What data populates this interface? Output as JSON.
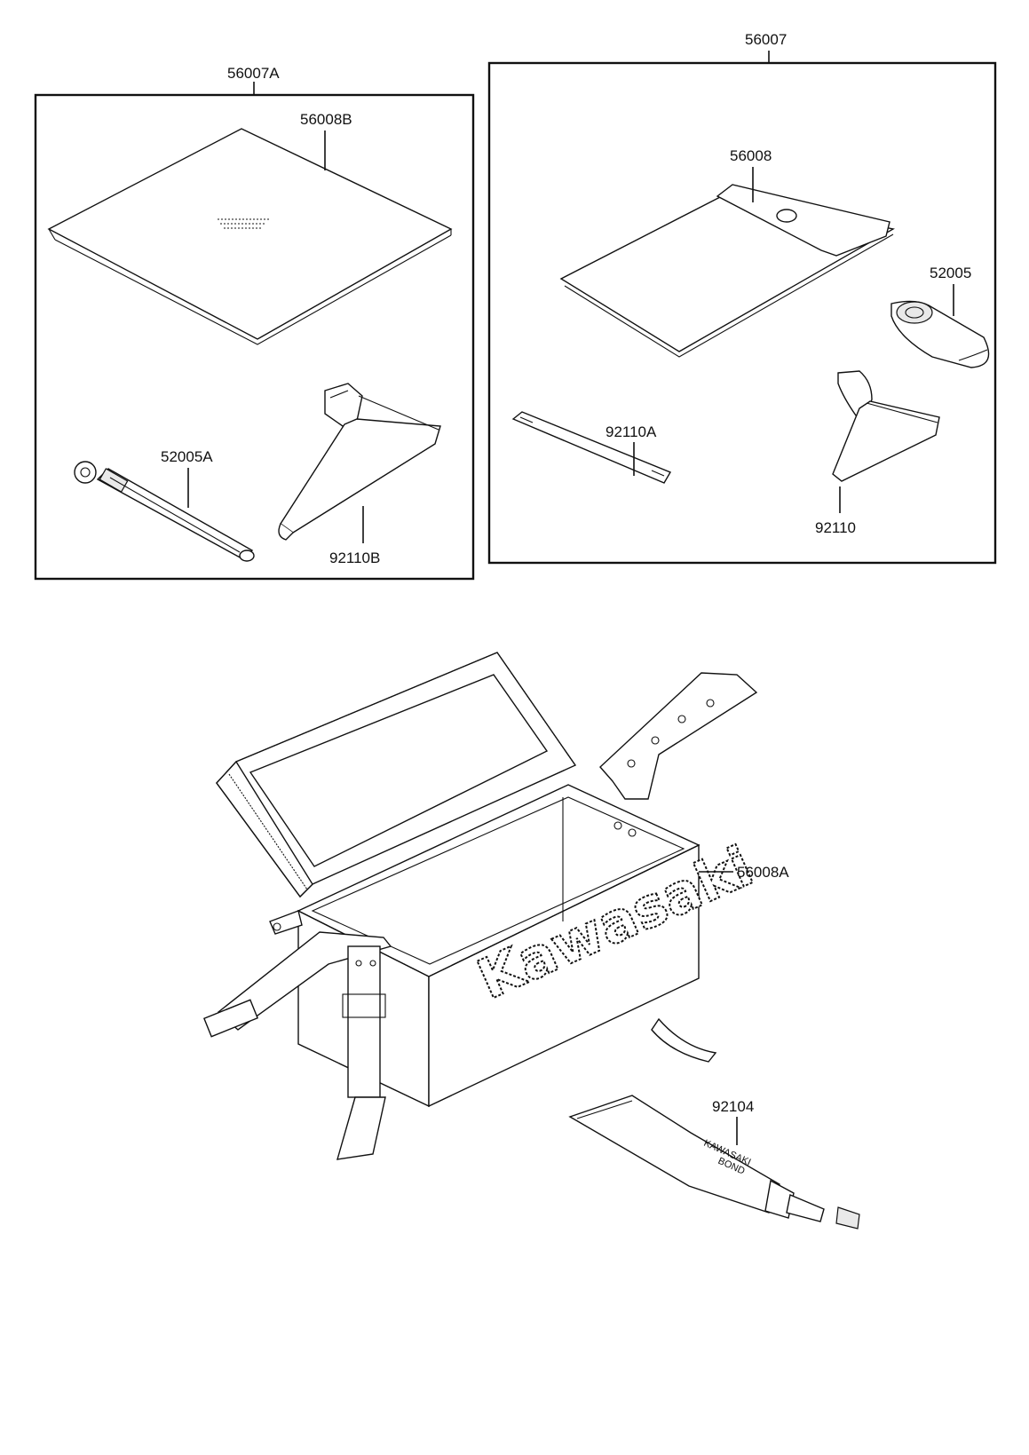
{
  "labels": {
    "kit_a": "56007A",
    "kit": "56007",
    "manual_b": "56008B",
    "pouch": "56008",
    "gauge_a": "52005A",
    "gauge": "52005",
    "wrench_b": "92110B",
    "wrench_a": "92110A",
    "wrench": "92110",
    "tool_box": "56008A",
    "bond": "92104"
  },
  "box_logo": "Kawasaki",
  "tube_text": {
    "line1": "KAWASAKI",
    "line2": "BOND"
  }
}
